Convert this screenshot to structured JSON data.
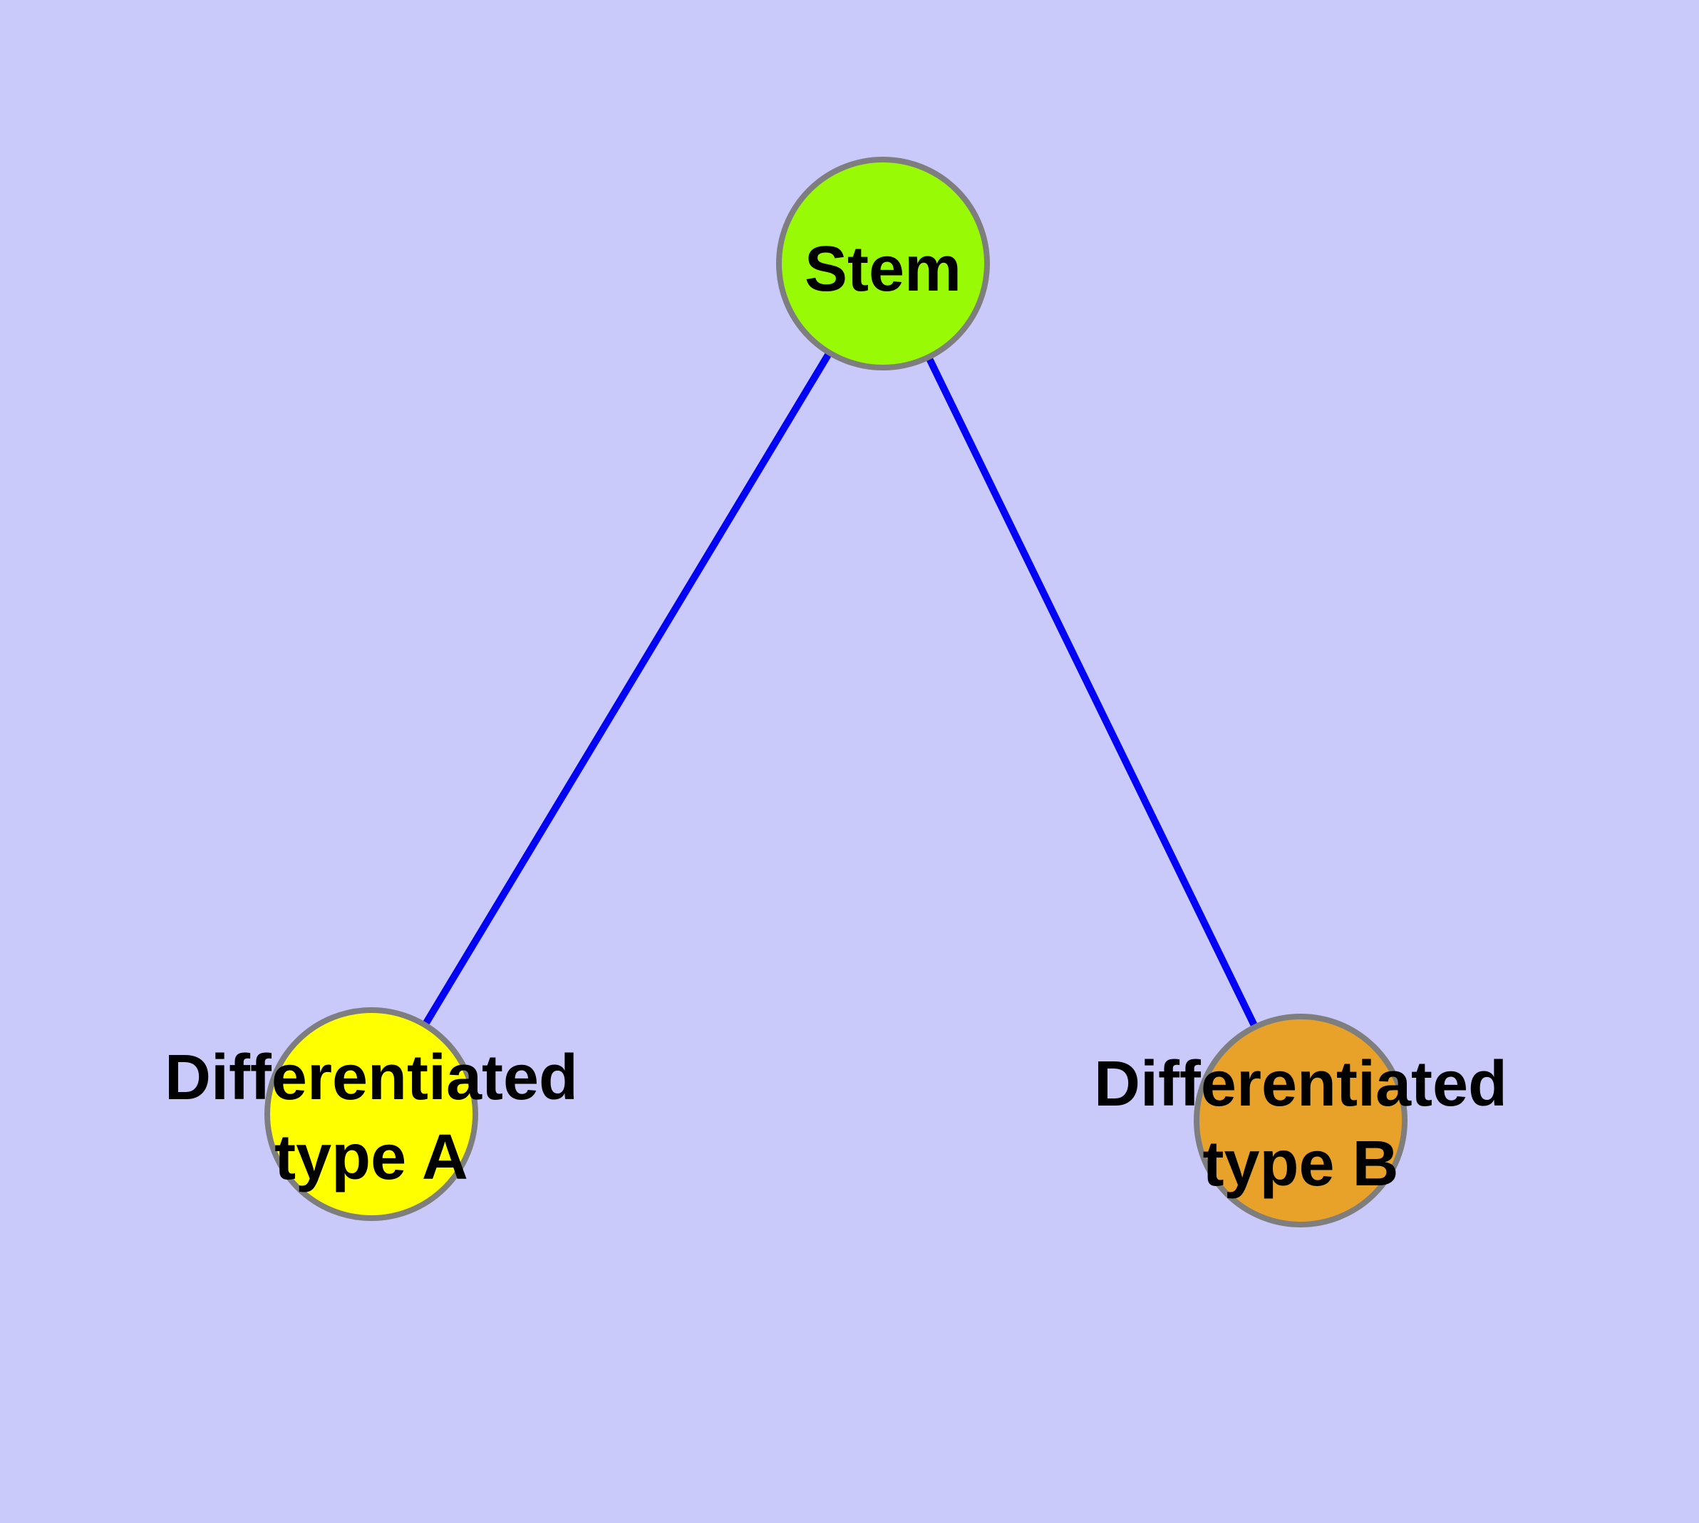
{
  "diagram": {
    "background_color": "#C9C9FA",
    "edge_color": "#0202F5",
    "node_border_color": "#7E7E7E",
    "nodes": [
      {
        "id": "stem",
        "label": "Stem",
        "label_lines": {
          "line1": "Stem"
        },
        "fill": "#98FA04"
      },
      {
        "id": "differentiated-type-a",
        "label": "Differentiated type A",
        "label_lines": {
          "line1": "Differentiated",
          "line2": "type A"
        },
        "fill": "#FFFF00"
      },
      {
        "id": "differentiated-type-b",
        "label": "Differentiated type B",
        "label_lines": {
          "line1": "Differentiated",
          "line2": "type B"
        },
        "fill": "#E8A22A"
      }
    ],
    "edges": [
      {
        "from": "Stem",
        "to": "Differentiated type A"
      },
      {
        "from": "Stem",
        "to": "Differentiated type B"
      }
    ]
  }
}
